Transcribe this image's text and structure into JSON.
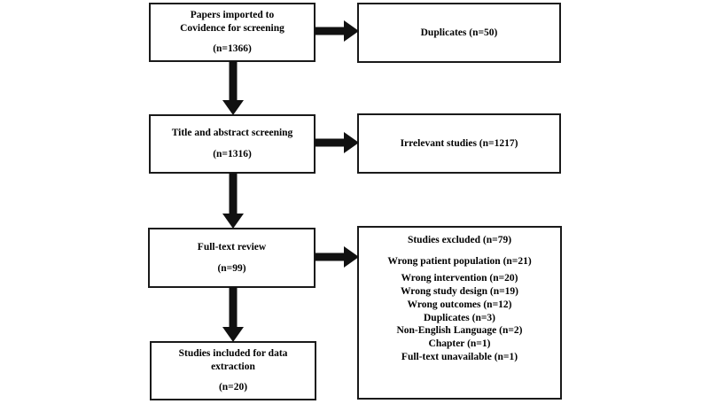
{
  "diagram": {
    "type": "prisma-flow-diagram",
    "nodes": {
      "imported": {
        "lines": [
          "Papers imported to",
          "Covidence for screening"
        ],
        "count_label": "(n=1366)",
        "count": 1366
      },
      "duplicates": {
        "lines": [
          "Duplicates (n=50)"
        ],
        "count": 50
      },
      "title_abstract": {
        "lines": [
          "Title and abstract screening"
        ],
        "count_label": "(n=1316)",
        "count": 1316
      },
      "irrelevant": {
        "lines": [
          "Irrelevant studies (n=1217)"
        ],
        "count": 1217
      },
      "fulltext": {
        "lines": [
          "Full-text review"
        ],
        "count_label": "(n=99)",
        "count": 99
      },
      "excluded": {
        "heading": "Studies excluded (n=79)",
        "total": 79,
        "primary_reason": "Wrong patient population (n=21)",
        "reasons": [
          "Wrong intervention (n=20)",
          "Wrong study design (n=19)",
          "Wrong outcomes (n=12)",
          "Duplicates (n=3)",
          "Non-English Language (n=2)",
          "Chapter (n=1)",
          "Full-text unavailable (n=1)"
        ]
      },
      "included": {
        "lines": [
          "Studies included for data",
          "extraction"
        ],
        "count_label": "(n=20)",
        "count": 20
      }
    },
    "colors": {
      "border": "#1a1a1a",
      "arrow": "#111111",
      "background": "#ffffff",
      "text": "#000000"
    }
  }
}
